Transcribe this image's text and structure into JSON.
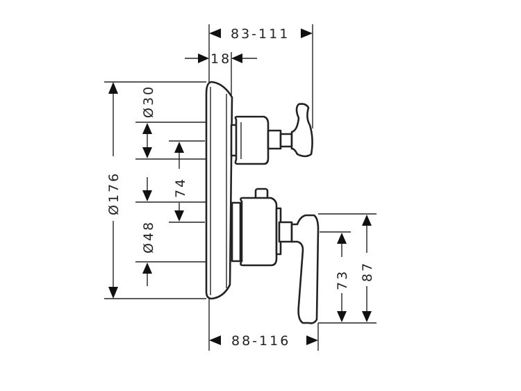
{
  "drawing": {
    "dimensions": {
      "projection_top": "83-111",
      "plate_depth": "18",
      "diameter_small": "Ø30",
      "plate_diameter": "Ø176",
      "spacing": "74",
      "diameter_large": "Ø48",
      "lever_offset": "73",
      "lever_length": "87",
      "projection_bottom": "88-116"
    }
  }
}
